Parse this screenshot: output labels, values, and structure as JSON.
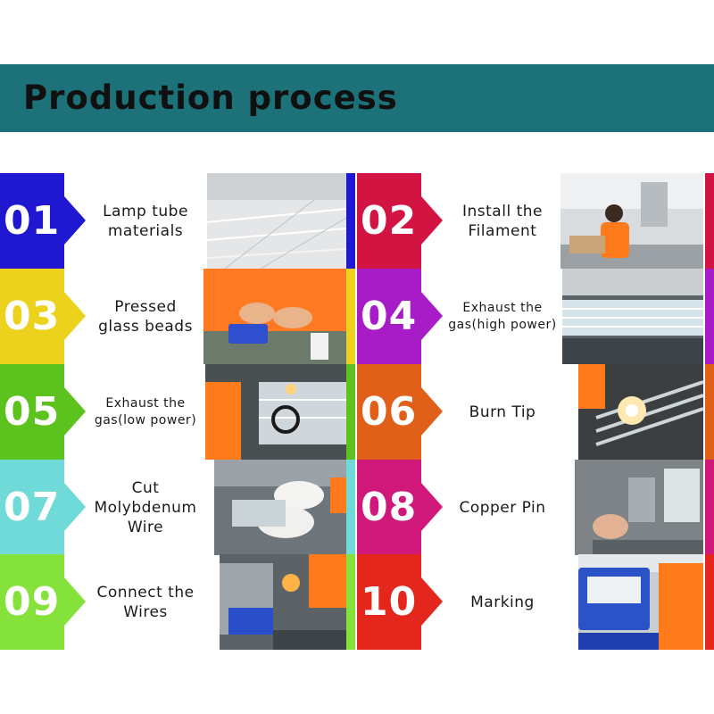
{
  "header": {
    "title": "Production process"
  },
  "steps": [
    {
      "number": "01",
      "label": "Lamp tube\nmaterials",
      "color": "#1f18d0",
      "photo": "glass-tubes-photo"
    },
    {
      "number": "02",
      "label": "Install the\nFilament",
      "color": "#d21443",
      "photo": "workshop-photo"
    },
    {
      "number": "03",
      "label": "Pressed\nglass beads",
      "color": "#ecd21c",
      "photo": "glass-beads-photo"
    },
    {
      "number": "04",
      "label": "Exhaust the\ngas(high power)",
      "color": "#a81cc8",
      "photo": "exhaust-machine-photo"
    },
    {
      "number": "05",
      "label": "Exhaust the\ngas(low power)",
      "color": "#5cc21e",
      "photo": "torch-work-photo"
    },
    {
      "number": "06",
      "label": "Burn Tip",
      "color": "#e0601a",
      "photo": "burn-tip-photo"
    },
    {
      "number": "07",
      "label": "Cut\nMolybdenum\nWire",
      "color": "#6fdad8",
      "photo": "gloved-hands-photo"
    },
    {
      "number": "08",
      "label": "Copper Pin",
      "color": "#d0187a",
      "photo": "copper-pin-photo"
    },
    {
      "number": "09",
      "label": "Connect the\nWires",
      "color": "#84e23a",
      "photo": "welding-photo"
    },
    {
      "number": "10",
      "label": "Marking",
      "color": "#e4261c",
      "photo": "marking-machine-photo"
    }
  ]
}
